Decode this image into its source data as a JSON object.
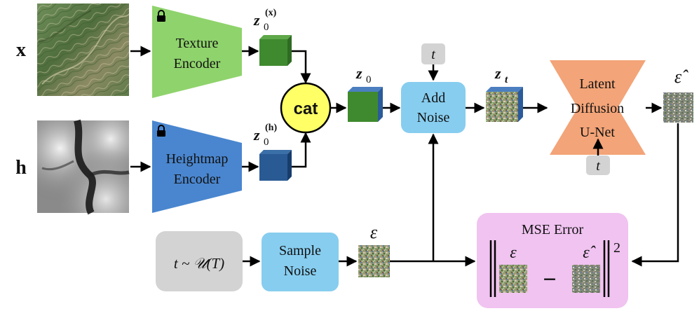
{
  "inputs": {
    "texture_symbol": "x",
    "heightmap_symbol": "h"
  },
  "encoders": {
    "texture": {
      "line1": "Texture",
      "line2": "Encoder",
      "color": "#8fd36c"
    },
    "heightmap": {
      "line1": "Heightmap",
      "line2": "Encoder",
      "color": "#4a86cf"
    },
    "lock_icon": "lock-icon"
  },
  "latents": {
    "z_base": "z",
    "z0_x_sub": "0",
    "z0_x_sup": "(x)",
    "z0_h_sub": "0",
    "z0_h_sup": "(h)",
    "z0_sub": "0",
    "zt_sub": "t"
  },
  "cat": {
    "label": "cat",
    "color": "#ffff66"
  },
  "add_noise": {
    "line1": "Add",
    "line2": "Noise",
    "color": "#87cdef"
  },
  "t_label": "t",
  "unet": {
    "line1": "Latent",
    "line2": "Diffusion",
    "line3": "U-Net",
    "color": "#f3a478"
  },
  "eps_hat_label": "ε̂",
  "sampler": {
    "prefix": "t ~ ",
    "dist": "𝒰",
    "args": "(T)"
  },
  "sample_noise": {
    "line1": "Sample",
    "line2": "Noise"
  },
  "eps_label": "ε",
  "mse": {
    "title": "MSE Error",
    "eps": "ε",
    "eps_hat": "ε̂",
    "minus": "−",
    "power": "2",
    "color": "#f0c3f0"
  }
}
